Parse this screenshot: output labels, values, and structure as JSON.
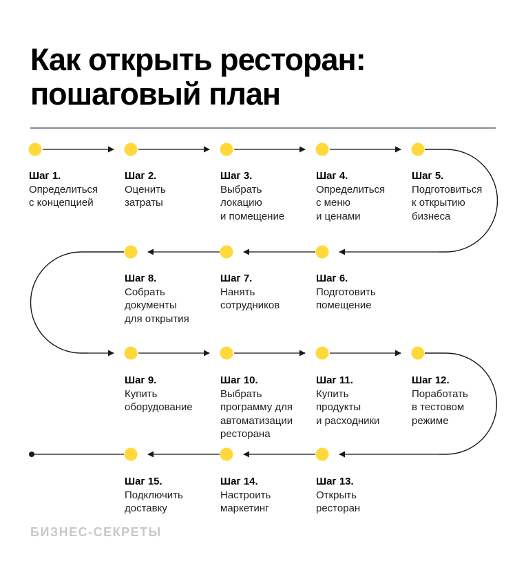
{
  "page": {
    "title": "Как открыть ресторан:\nпошаговый план"
  },
  "steps": [
    {
      "title": "Шаг 1.",
      "description": "Определиться\nс концепцией"
    },
    {
      "title": "Шаг 2.",
      "description": "Оценить\nзатраты"
    },
    {
      "title": "Шаг 3.",
      "description": "Выбрать\nлокацию\nи помещение"
    },
    {
      "title": "Шаг 4.",
      "description": "Определиться\nс меню\nи ценами"
    },
    {
      "title": "Шаг 5.",
      "description": "Подготовиться\nк открытию\nбизнеса"
    },
    {
      "title": "Шаг 6.",
      "description": "Подготовить\nпомещение"
    },
    {
      "title": "Шаг 7.",
      "description": "Нанять\nсотрудников"
    },
    {
      "title": "Шаг 8.",
      "description": "Собрать\nдокументы\nдля открытия"
    },
    {
      "title": "Шаг 9.",
      "description": "Купить\nоборудование"
    },
    {
      "title": "Шаг 10.",
      "description": "Выбрать\nпрограмму для\nавтоматизации\nресторана"
    },
    {
      "title": "Шаг 11.",
      "description": "Купить\nпродукты\nи расходники"
    },
    {
      "title": "Шаг 12.",
      "description": "Поработать\nв тестовом\nрежиме"
    },
    {
      "title": "Шаг 13.",
      "description": "Открыть\nресторан"
    },
    {
      "title": "Шаг 14.",
      "description": "Настроить\nмаркетинг"
    },
    {
      "title": "Шаг 15.",
      "description": "Подключить\nдоставку"
    }
  ],
  "footer": {
    "brand": "БИЗНЕС-СЕКРЕТЫ"
  },
  "colors": {
    "accent_yellow": "#FFD93B",
    "line_gray": "#6b6b6b",
    "curve_black": "#1a1a1a",
    "divider_gray": "#8c8c8c",
    "text_black": "#000000",
    "step_text": "#1f1f1f",
    "brand_gray": "#c8c8c8"
  }
}
